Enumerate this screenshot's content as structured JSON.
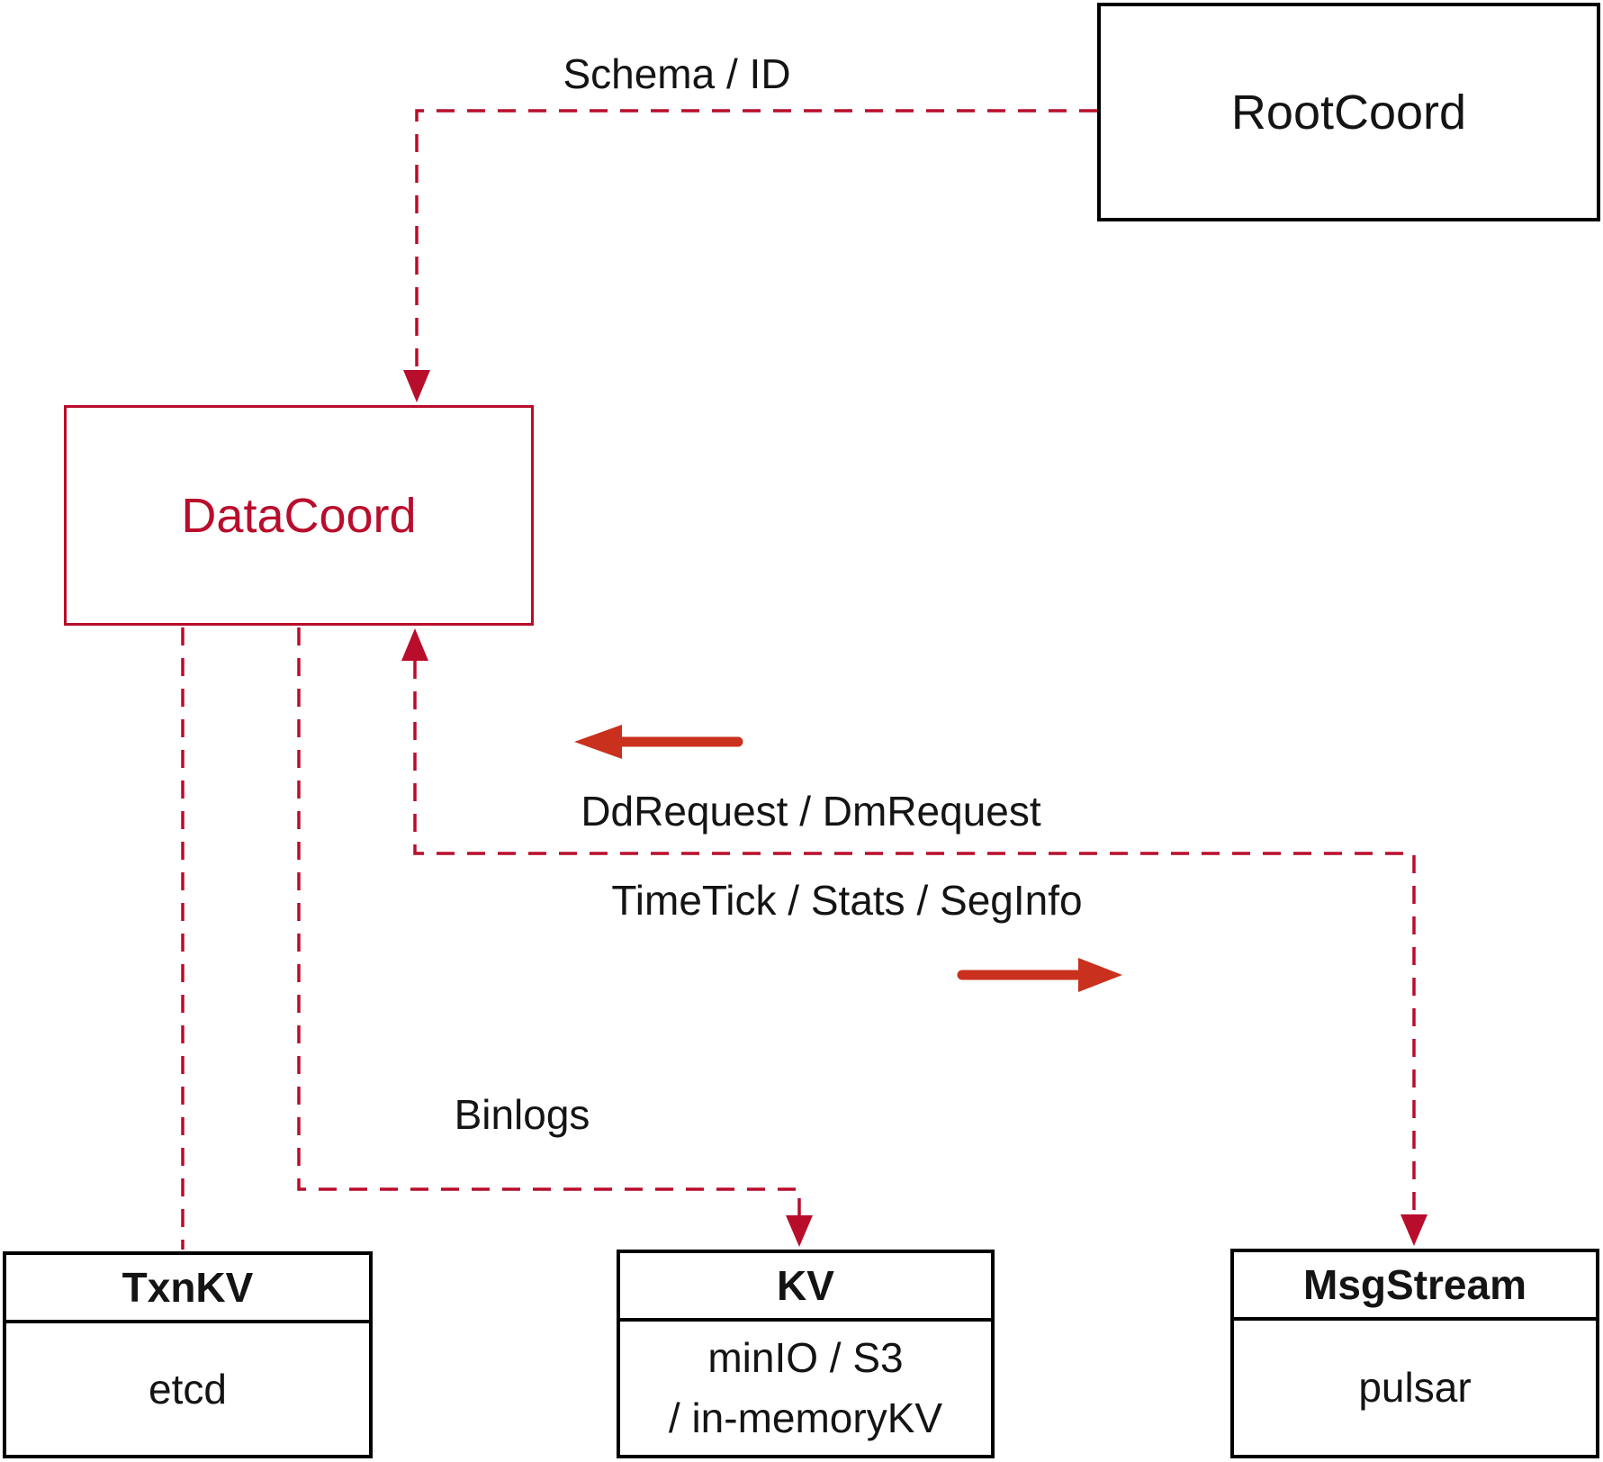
{
  "diagram": {
    "colors": {
      "crimson": "#b90d2c",
      "arrow_red": "#c9301d",
      "box_border": "#000000",
      "text": "#141414",
      "bg": "#ffffff"
    },
    "nodes": {
      "rootcoord": {
        "label": "RootCoord"
      },
      "datacoord": {
        "label": "DataCoord"
      }
    },
    "edges": {
      "schema_id": {
        "label": "Schema / ID"
      },
      "dd_dm_request": {
        "label": "DdRequest / DmRequest"
      },
      "timetick_stats_seginfo": {
        "label": "TimeTick / Stats / SegInfo"
      },
      "binlogs": {
        "label": "Binlogs"
      }
    },
    "stores": [
      {
        "id": "txnkv",
        "title": "TxnKV",
        "body_lines": [
          "etcd"
        ]
      },
      {
        "id": "kv",
        "title": "KV",
        "body_lines": [
          "minIO / S3",
          "/ in-memoryKV"
        ]
      },
      {
        "id": "msgstream",
        "title": "MsgStream",
        "body_lines": [
          "pulsar"
        ]
      }
    ]
  }
}
